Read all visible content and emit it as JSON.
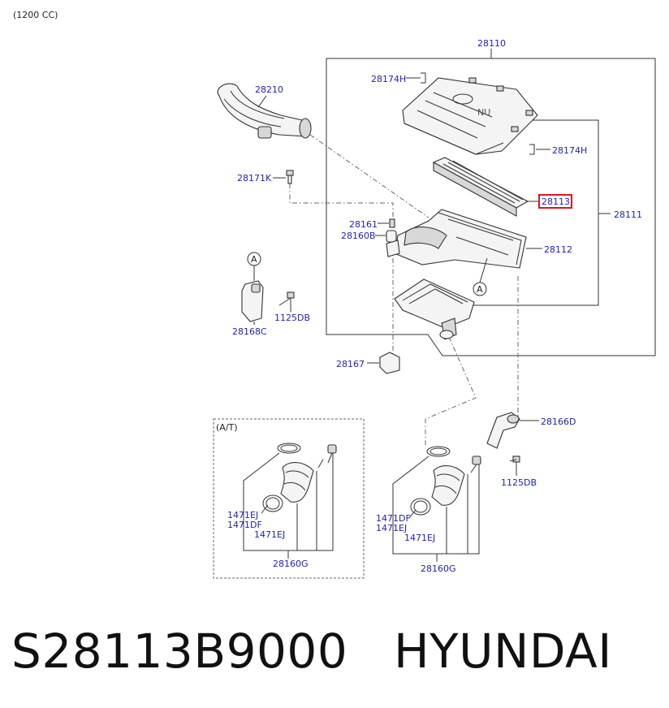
{
  "header": {
    "variant": "(1200 CC)"
  },
  "labels": {
    "p28110": "28110",
    "p28210": "28210",
    "p28174H_a": "28174H",
    "p28174H_b": "28174H",
    "p28171K": "28171K",
    "p28113": "28113",
    "p28111": "28111",
    "p28161": "28161",
    "p28160B": "28160B",
    "p28112": "28112",
    "callout_a1": "A",
    "callout_a2": "A",
    "p1125DB_a": "1125DB",
    "p28168C": "28168C",
    "p28167": "28167",
    "p28166D": "28166D",
    "p1125DB_b": "1125DB",
    "at_title": "(A/T)",
    "at_1471EJ_a": "1471EJ",
    "at_1471DF": "1471DF",
    "at_1471EJ_b": "1471EJ",
    "at_28160G": "28160G",
    "mt_1471DF": "1471DF",
    "mt_1471EJ_a": "1471EJ",
    "mt_1471EJ_b": "1471EJ",
    "mt_28160G": "28160G"
  },
  "highlight": {
    "part": "28113",
    "color": "#e0141e"
  },
  "colors": {
    "label": "#1f1fb4",
    "line": "#333333"
  },
  "caption": {
    "part_number": "S28113B9000",
    "brand": "HYUNDAI"
  }
}
